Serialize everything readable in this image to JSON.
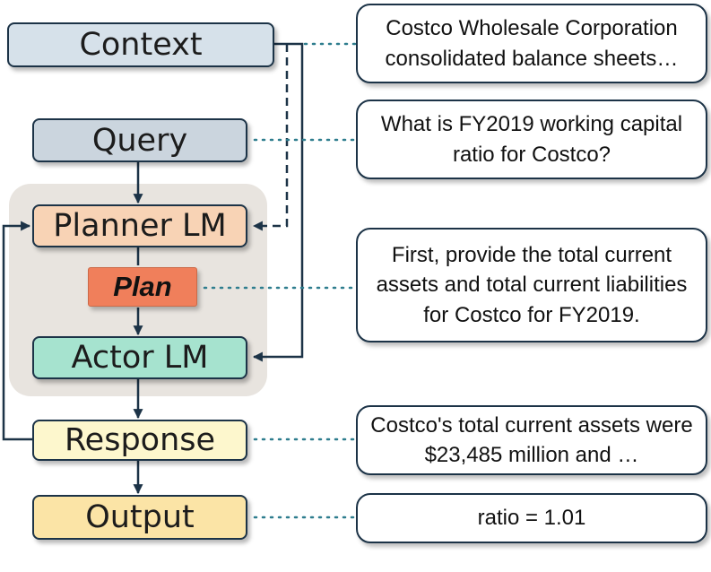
{
  "nodes": {
    "context": "Context",
    "query": "Query",
    "planner": "Planner LM",
    "plan": "Plan",
    "actor": "Actor LM",
    "response": "Response",
    "output": "Output"
  },
  "callouts": {
    "context": "Costco Wholesale Corporation consolidated balance sheets…",
    "query": "What is FY2019 working capital ratio for Costco?",
    "plan": "First, provide the total current assets and total current liabilities for Costco for FY2019.",
    "response": "Costco's total current assets were $23,485 million and …",
    "output": "ratio = 1.01"
  },
  "colors": {
    "context": "#d6e1ea",
    "query": "#cbd5de",
    "planner": "#f8d3b5",
    "plan": "#f07f5b",
    "actor": "#a6e3cf",
    "response": "#fdf7cd",
    "output": "#fbe4a6",
    "group": "#e8e4df",
    "line": "#1c3347",
    "dots": "#2e7d8e"
  }
}
